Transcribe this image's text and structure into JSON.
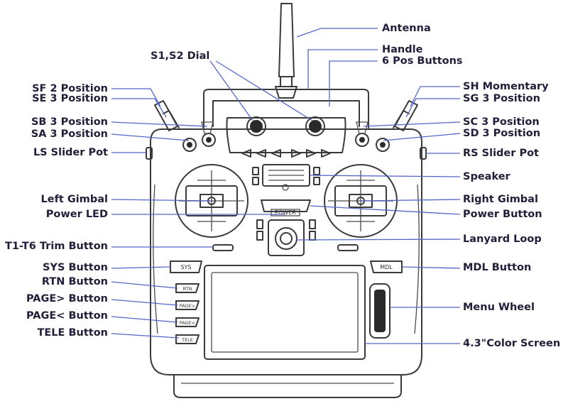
{
  "labels": {
    "antenna": "Antenna",
    "handle": "Handle",
    "six_pos_buttons": "6 Pos Buttons",
    "s1s2_dial": "S1,S2 Dial",
    "sf": "SF 2 Position",
    "se": "SE 3 Position",
    "sb": "SB 3 Position",
    "sa": "SA 3 Position",
    "ls_slider": "LS Slider Pot",
    "left_gimbal": "Left Gimbal",
    "power_led": "Power LED",
    "trim": "T1-T6 Trim Button",
    "sys": "SYS Button",
    "rtn": "RTN Button",
    "page_next": "PAGE> Button",
    "page_prev": "PAGE< Button",
    "tele": "TELE Button",
    "sh": "SH Momentary",
    "sg": "SG 3 Position",
    "sc": "SC 3 Position",
    "sd": "SD 3 Position",
    "rs_slider": "RS Slider Pot",
    "speaker": "Speaker",
    "right_gimbal": "Right Gimbal",
    "power_button": "Power Button",
    "lanyard": "Lanyard Loop",
    "mdl": "MDL Button",
    "menu_wheel": "Menu Wheel",
    "screen": "4.3\"Color Screen"
  },
  "device_text": {
    "sys": "SYS",
    "mdl": "MDL",
    "rtn": "RTN",
    "page_next": "PAGE>",
    "page_prev": "PAGE<",
    "tele": "TELE",
    "power": "POWER"
  },
  "colors": {
    "label_text": "#1f1f3a",
    "leader_line": "#5566c8",
    "outline": "#3a3a3a",
    "background": "#ffffff"
  }
}
